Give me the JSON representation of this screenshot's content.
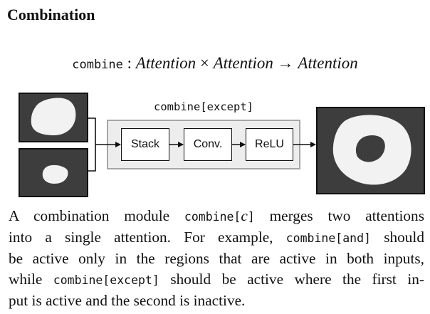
{
  "section": {
    "title": "Combination"
  },
  "signature": {
    "name": "combine",
    "colon": ":",
    "type_a": "Attention",
    "times": "×",
    "type_b": "Attention",
    "arrow": "→",
    "type_out": "Attention"
  },
  "figure": {
    "module_label": "combine[except]",
    "stages": [
      "Stack",
      "Conv.",
      "ReLU"
    ]
  },
  "caption": {
    "l1_a": "A combination module ",
    "l1_code": "combine[",
    "l1_var": "c",
    "l1_code2": "]",
    "l1_b": " merges two attentions",
    "l2_a": "into a single attention.  For example, ",
    "l2_code": "combine[and]",
    "l2_b": " should",
    "l3": "be active only in the regions that are active in both inputs,",
    "l4_a": "while ",
    "l4_code": "combine[except]",
    "l4_b": " should be active where the first in-",
    "l5": "put is active and the second is inactive."
  },
  "colors": {
    "thumb_bg": "#3d3d3d",
    "blob": "#f2f2f2",
    "module_bg": "#ededed",
    "module_border": "#a6a6a6"
  }
}
